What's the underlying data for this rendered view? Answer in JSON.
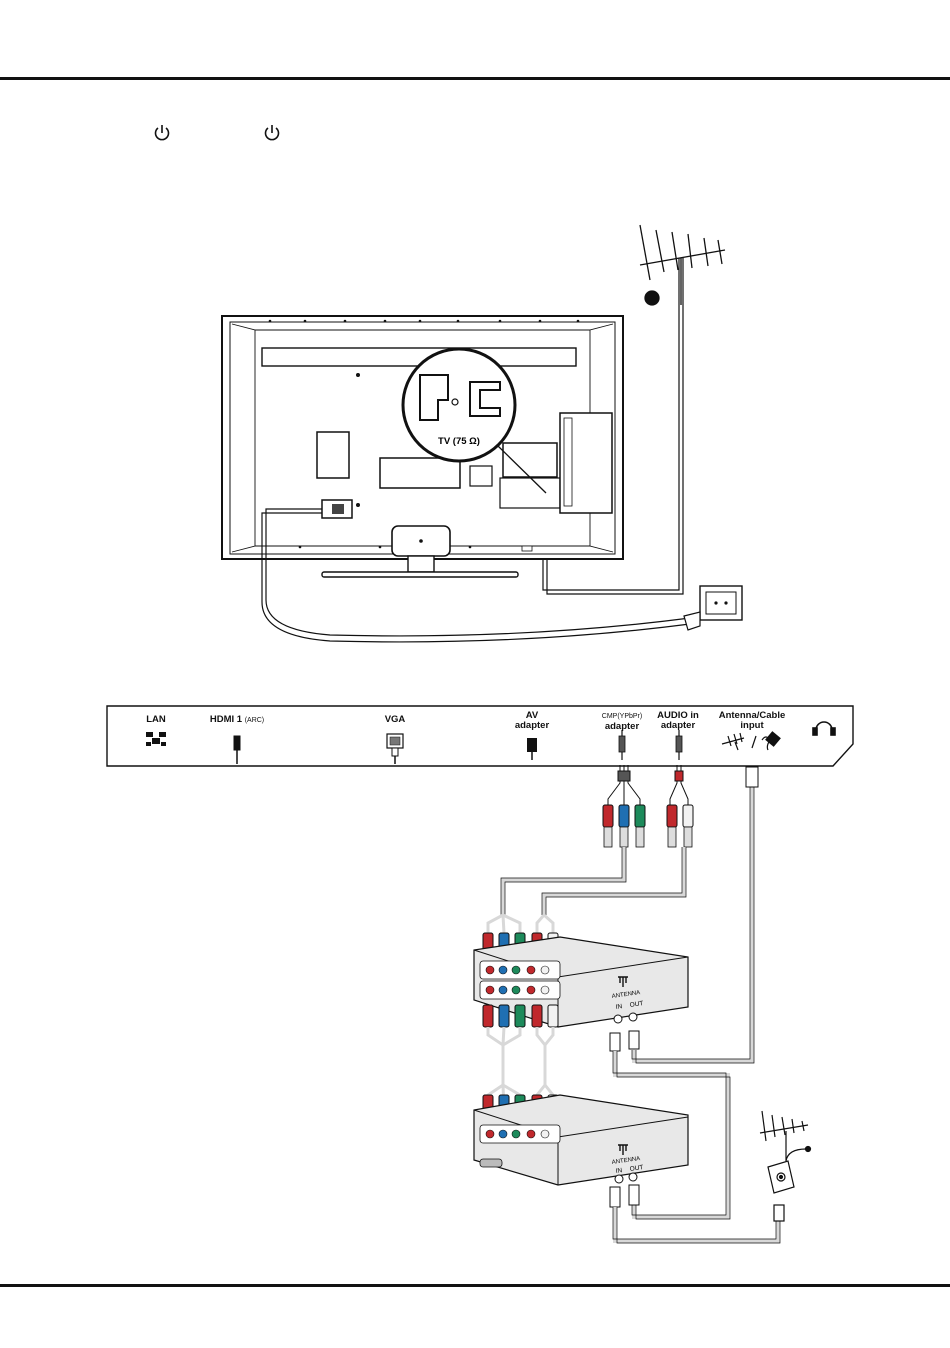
{
  "icons": {
    "power": "power-icon",
    "antenna": "antenna-icon",
    "headphone": "headphone-icon",
    "lan": "lan-port-icon",
    "hdmi": "hdmi-port-icon",
    "vga": "vga-port-icon"
  },
  "tv_diagram": {
    "magnifier_label": "TV (75 Ω)"
  },
  "port_panel": {
    "lan": "LAN",
    "hdmi": "HDMI 1",
    "hdmi_sub": "(ARC)",
    "vga": "VGA",
    "av_line1": "AV",
    "av_line2": "adapter",
    "cmp_line1": "CMP",
    "cmp_sub": "(YPbPr)",
    "cmp_line2": "adapter",
    "audio_line1": "AUDIO in",
    "audio_line2": "adapter",
    "antenna_line1": "Antenna/Cable",
    "antenna_line2": "input"
  },
  "devices": {
    "device1_antenna_label": "ANTENNA",
    "device1_in": "IN",
    "device1_out": "OUT",
    "device2_antenna_label": "ANTENNA",
    "device2_in": "IN",
    "device2_out": "OUT"
  },
  "colors": {
    "red": "#c0282c",
    "blue": "#1f6fb2",
    "green": "#1d8a5b",
    "white": "#f2f2f2",
    "cable": "#d8d8d8",
    "ink": "#1a1a1a",
    "panel": "#e8e8e8"
  }
}
